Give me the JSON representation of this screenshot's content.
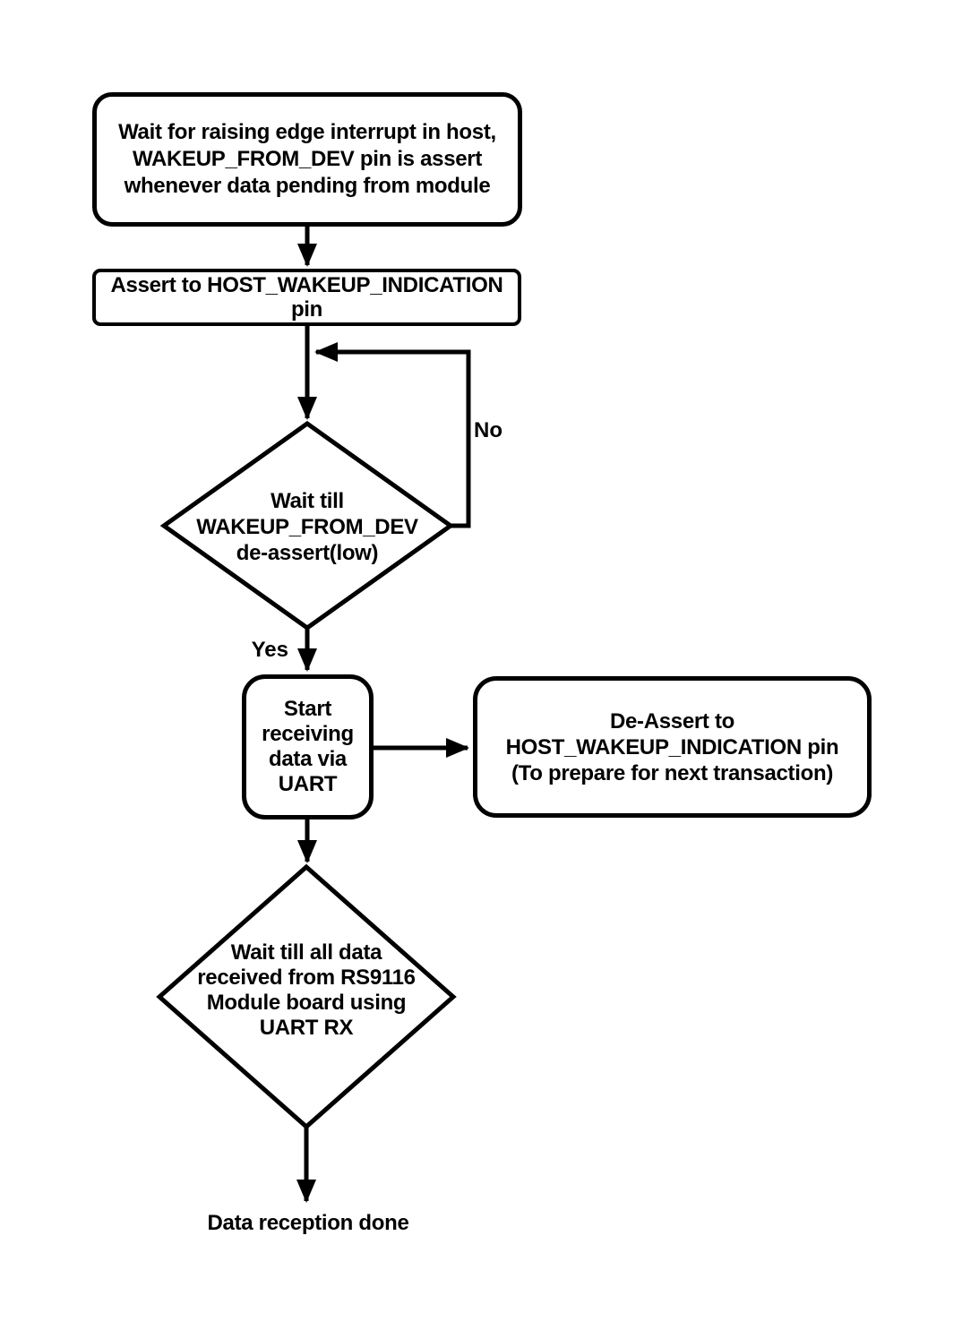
{
  "diagram": {
    "type": "flowchart",
    "colors": {
      "stroke": "#000000",
      "node_fill": "#ffffff",
      "text": "#000000",
      "background": "#ffffff"
    },
    "nodes": {
      "wait_interrupt": {
        "shape": "rounded-rectangle",
        "lines": [
          "Wait for raising edge interrupt in host,",
          "WAKEUP_FROM_DEV pin is assert",
          "whenever data pending from module"
        ]
      },
      "assert_pin": {
        "shape": "rectangle",
        "lines": [
          "Assert to HOST_WAKEUP_INDICATION",
          "pin"
        ]
      },
      "wait_deassert": {
        "shape": "decision-diamond",
        "lines": [
          "Wait till",
          "WAKEUP_FROM_DEV",
          "de-assert(low)"
        ]
      },
      "start_receiving": {
        "shape": "rounded-rectangle",
        "lines": [
          "Start",
          "receiving",
          "data via",
          "UART"
        ]
      },
      "deassert_pin": {
        "shape": "rounded-rectangle",
        "lines": [
          "De-Assert to",
          "HOST_WAKEUP_INDICATION pin",
          "(To prepare for next transaction)"
        ]
      },
      "wait_all_data": {
        "shape": "decision-diamond",
        "lines": [
          "Wait till all data",
          "received from RS9116",
          "Module board using",
          "UART RX"
        ]
      },
      "data_reception_done": {
        "shape": "end-label",
        "lines": [
          "Data reception done"
        ]
      }
    },
    "edge_labels": {
      "no": "No",
      "yes": "Yes"
    }
  }
}
